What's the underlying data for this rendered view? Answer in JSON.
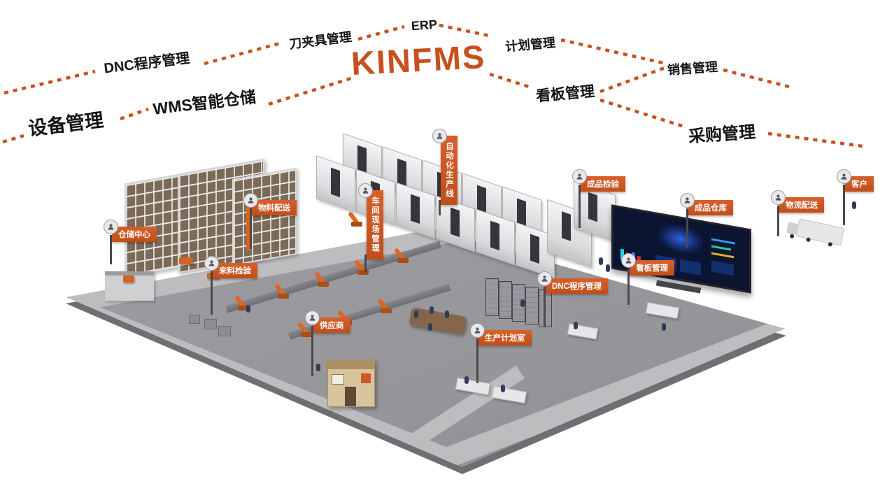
{
  "title": {
    "text": "KINFMS"
  },
  "colors": {
    "accent": "#c8501e",
    "flag": "#cf5722",
    "floor": "#98989c",
    "screen": "#0b1430"
  },
  "top_labels": [
    {
      "id": "equipment",
      "text": "设备管理"
    },
    {
      "id": "dnc",
      "text": "DNC程序管理"
    },
    {
      "id": "wms",
      "text": "WMS智能仓储"
    },
    {
      "id": "tooling",
      "text": "刀夹具管理"
    },
    {
      "id": "erp",
      "text": "ERP"
    },
    {
      "id": "planning",
      "text": "计划管理"
    },
    {
      "id": "kanban",
      "text": "看板管理"
    },
    {
      "id": "sales",
      "text": "销售管理"
    },
    {
      "id": "procurement",
      "text": "采购管理"
    }
  ],
  "flags": [
    {
      "id": "storage-center",
      "text": "仓储中心"
    },
    {
      "id": "material-delivery",
      "text": "物料配送"
    },
    {
      "id": "workshop-management",
      "text": "车间现场管理",
      "orientation": "vertical"
    },
    {
      "id": "automated-line",
      "text": "自动化生产线",
      "orientation": "vertical"
    },
    {
      "id": "finished-inspection",
      "text": "成品检验"
    },
    {
      "id": "finished-warehouse",
      "text": "成品仓库"
    },
    {
      "id": "logistics-delivery",
      "text": "物流配送"
    },
    {
      "id": "customer",
      "text": "客户"
    },
    {
      "id": "incoming-inspection",
      "text": "来料检验"
    },
    {
      "id": "supplier",
      "text": "供应商"
    },
    {
      "id": "dnc-program",
      "text": "DNC程序管理"
    },
    {
      "id": "production-planning",
      "text": "生产计划室"
    },
    {
      "id": "kanban-management",
      "text": "看板管理"
    }
  ]
}
